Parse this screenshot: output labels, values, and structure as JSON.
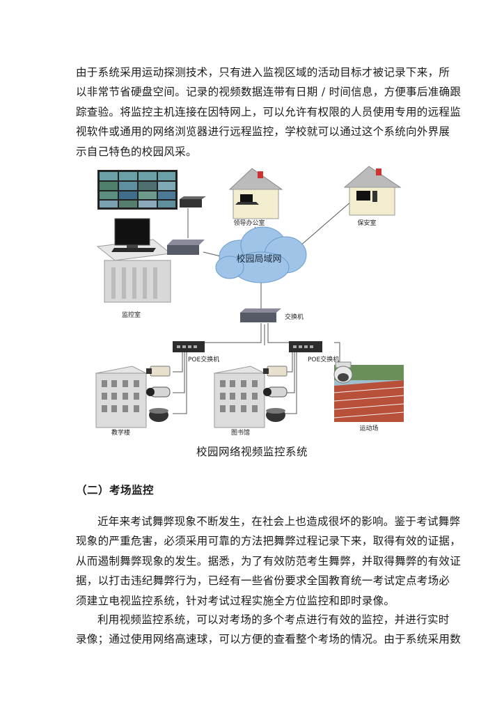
{
  "intro_lines": [
    "由于系统采用运动探测技术，只有进入监视区域的活动目标才被记录下来，所",
    "以非常节省硬盘空间。记录的视频数据连带有日期 / 时间信息，方便事后准确跟",
    "踪查验。将监控主机连接在因特网上，可以允许有权限的人员使用专用的远程监",
    "视软件或通用的网络浏览器进行远程监控，学校就可以通过这个系统向外界展",
    "示自己特色的校园风采。"
  ],
  "diagram": {
    "network_label": "校园局域网",
    "monitor_room": "监控室",
    "leader_office": "领导办公室",
    "security_room": "保安室",
    "switch": "交换机",
    "poe_switch_left": "POE交换机",
    "poe_switch_right": "POE交换机",
    "teaching_building": "教学楼",
    "library": "图书馆",
    "sports_field": "运动场"
  },
  "figure_caption": "校园网络视频监控系统",
  "section_heading": "（二）考场监控",
  "para2_lines": [
    "近年来考试舞弊现象不断发生，在社会上也造成很坏的影响。鉴于考试舞弊",
    "现象的严重危害，必须采用可靠的方法把舞弊过程记录下来，取得有效的证据，",
    "从而遏制舞弊现象的发生。据悉，为了有效防范考生舞弊，并取得舞弊的有效证",
    "据，以打击违纪舞弊行为，已经有一些省份要求全国教育统一考试定点考场必",
    "须建立电视监控系统，针对考试过程实施全方位监控和即时录像。"
  ],
  "para3_lines": [
    "利用视频监控系统，可以对考场的多个考点进行有效的监控，并进行实时",
    "录像；通过使用网络高速球，可以方便的查看整个考场的情况。由于系统采用数"
  ]
}
